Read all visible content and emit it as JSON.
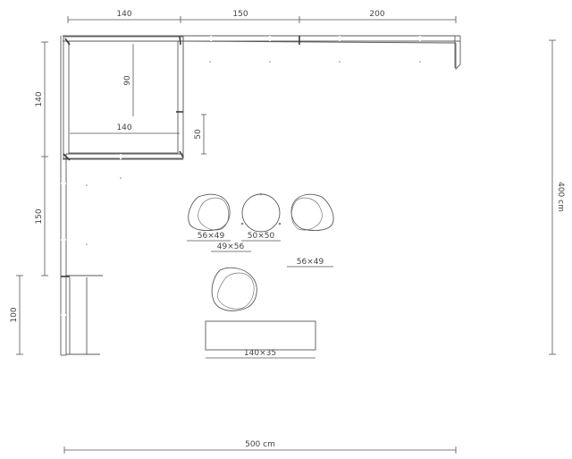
{
  "top_dims": {
    "d1": "140",
    "d2": "150",
    "d3": "200"
  },
  "left_dims": {
    "d1": "140",
    "d2": "150",
    "d3": "100"
  },
  "inner_dims": {
    "depth_90": "90",
    "width_140": "140",
    "gap_50": "50"
  },
  "right_dim": "400 cm",
  "bottom_dim": "500 cm",
  "items": {
    "chair_left": "56×49",
    "chair_mid": "50×50",
    "chair_mid_spacing": "49×56",
    "chair_right": "56×49",
    "bench": "140×35"
  }
}
